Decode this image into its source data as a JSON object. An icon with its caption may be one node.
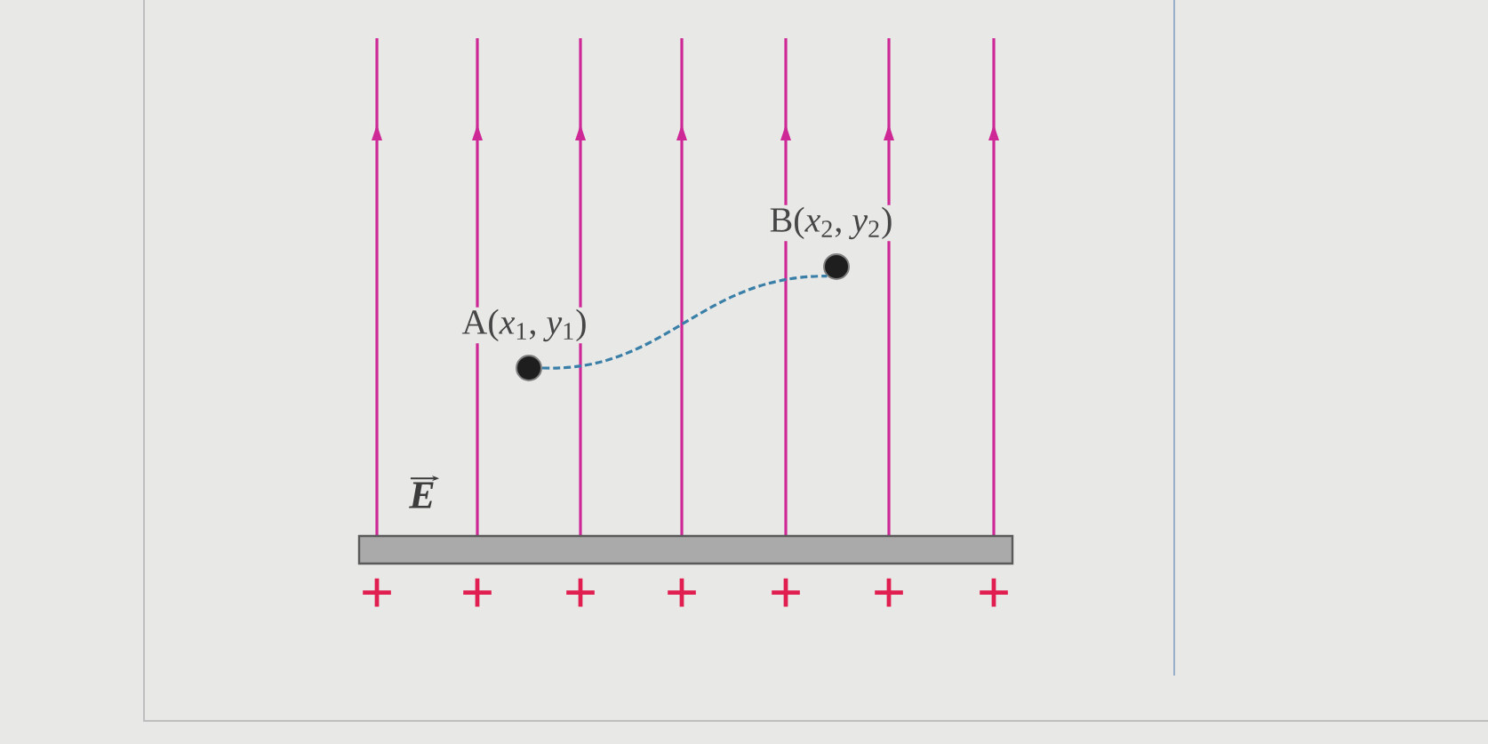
{
  "diagram": {
    "nodes": [
      {
        "text": [],
        "shape": "circle",
        "beside": [
          "A(*x*$_{1}$, *y*$_{1}$)"
        ]
      },
      {
        "text": [],
        "shape": "circle",
        "beside": [
          "B(*x*$_{2}$, *y*$_{2}$)"
        ]
      }
    ],
    "edges": [
      {
        "from": 0,
        "to": 1,
        "arrow": "none",
        "style": "dashed",
        "color": "#3a7fa8"
      }
    ],
    "labels": [
      "E",
      "+",
      "+",
      "+",
      "+",
      "+",
      "+",
      "+"
    ]
  }
}
